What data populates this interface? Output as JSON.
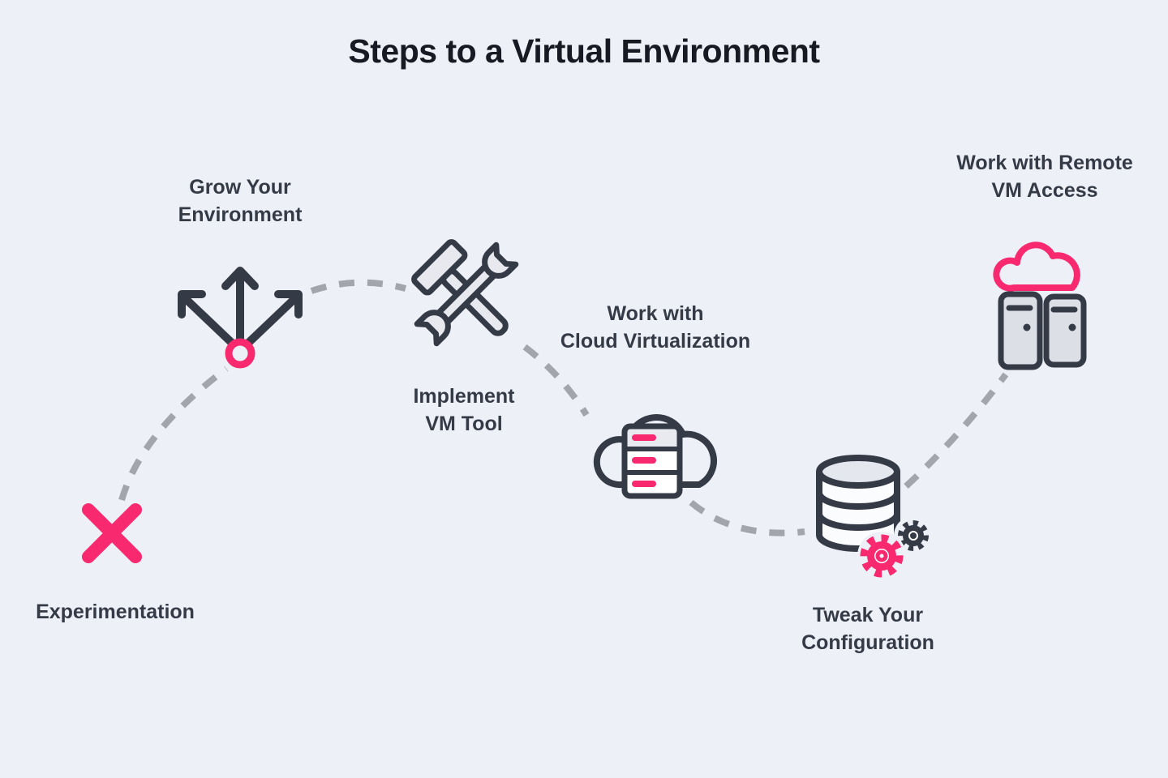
{
  "title": "Steps to a Virtual Environment",
  "colors": {
    "background": "#EEF0F7",
    "accent_pink": "#F9296F",
    "icon_dark": "#343A46",
    "title_text": "#171A22",
    "label_text": "#343B47",
    "connector_gray": "#A2A5AC",
    "fill_light_gray": "#E6E8EE"
  },
  "steps": [
    {
      "name": "experimentation",
      "icon": "x-cross-icon",
      "lines": [
        "Experimentation"
      ]
    },
    {
      "name": "grow-your-environment",
      "icon": "branch-arrows-icon",
      "lines": [
        "Grow Your",
        "Environment"
      ]
    },
    {
      "name": "implement-vm-tool",
      "icon": "hammer-wrench-icon",
      "lines": [
        "Implement",
        "VM Tool"
      ]
    },
    {
      "name": "work-with-cloud-virtualization",
      "icon": "cloud-server-icon",
      "lines": [
        "Work with",
        "Cloud Virtualization"
      ]
    },
    {
      "name": "tweak-your-configuration",
      "icon": "database-gears-icon",
      "lines": [
        "Tweak Your",
        "Configuration"
      ]
    },
    {
      "name": "work-with-remote-vm-access",
      "icon": "cloud-vm-towers-icon",
      "lines": [
        "Work with Remote",
        "VM Access"
      ]
    }
  ]
}
